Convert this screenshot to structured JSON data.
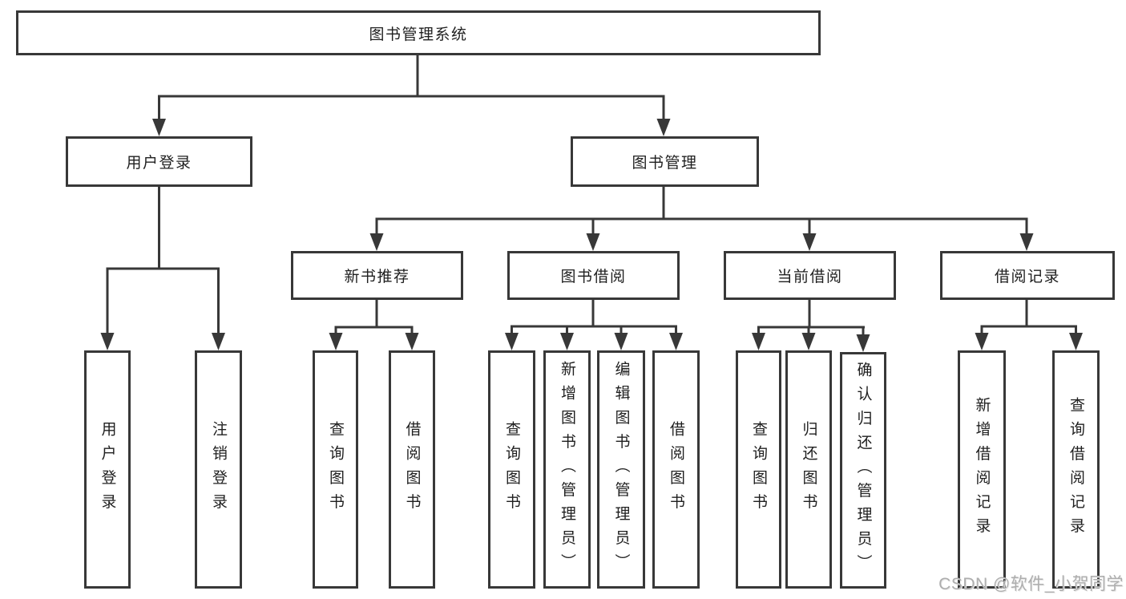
{
  "diagram": {
    "title": "图书管理系统",
    "root": {
      "label": "图书管理系统"
    },
    "level2": {
      "user_login": {
        "label": "用户登录"
      },
      "book_mgmt": {
        "label": "图书管理"
      }
    },
    "level3": {
      "new_books": {
        "label": "新书推荐"
      },
      "borrowing": {
        "label": "图书借阅"
      },
      "current": {
        "label": "当前借阅"
      },
      "records": {
        "label": "借阅记录"
      }
    },
    "leaves": {
      "user_login": [
        "用户登录",
        "注销登录"
      ],
      "new_books": [
        "查询图书",
        "借阅图书"
      ],
      "borrowing": [
        "查询图书",
        "新增图书（管理员）",
        "编辑图书（管理员）",
        "借阅图书"
      ],
      "current": [
        "查询图书",
        "归还图书",
        "确认归还（管理员）"
      ],
      "records": [
        "新增借阅记录",
        "查询借阅记录"
      ]
    }
  },
  "watermark": "CSDN @软件_小贺同学",
  "colors": {
    "line": "#383838",
    "border": "#383838",
    "text": "#1f1f1f",
    "watermark": "#aeaeae",
    "background": "#ffffff"
  }
}
